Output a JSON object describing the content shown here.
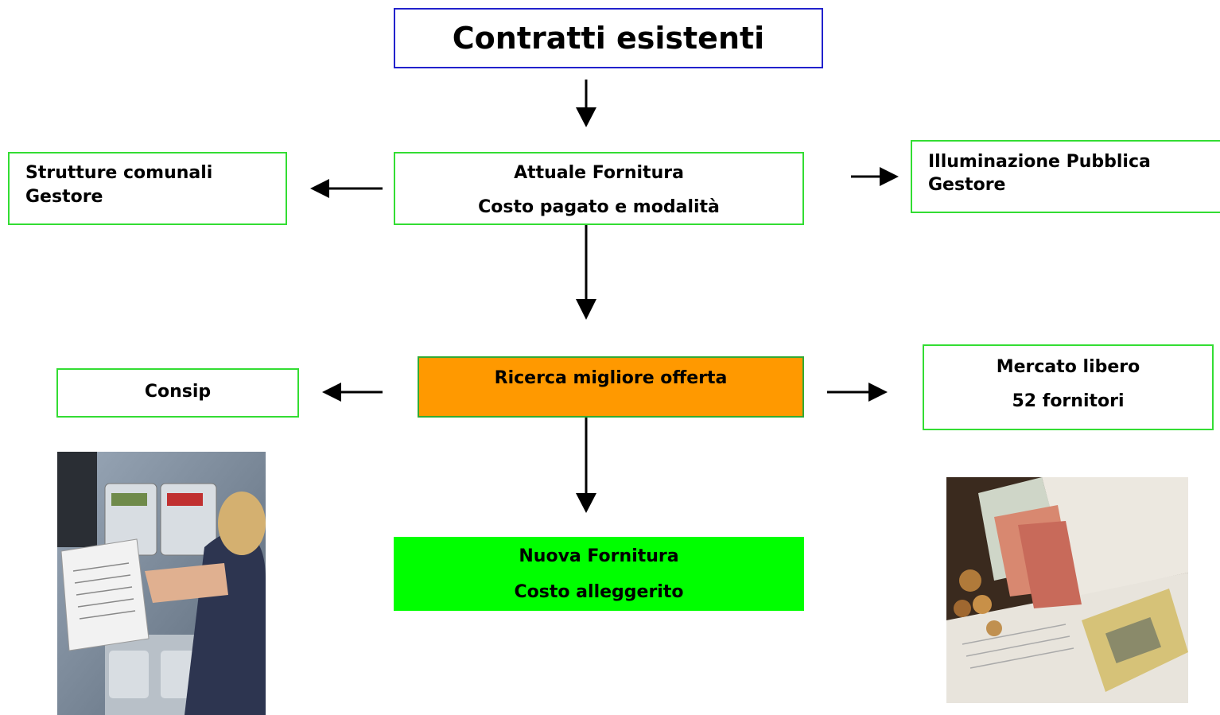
{
  "title": "Contratti esistenti",
  "current_supply": {
    "line1": "Attuale Fornitura",
    "line2": "Costo pagato e modalità"
  },
  "left_top": {
    "line1": "Strutture comunali",
    "line2": "Gestore"
  },
  "right_top": {
    "line1": "Illuminazione Pubblica",
    "line2": "Gestore"
  },
  "search": {
    "label": "Ricerca migliore offerta"
  },
  "left_mid": {
    "label": "Consip"
  },
  "right_mid": {
    "line1": "Mercato libero",
    "line2": "52 fornitori"
  },
  "new_supply": {
    "line1": "Nuova Fornitura",
    "line2": "Costo alleggerito"
  },
  "colors": {
    "title_border": "#2222cc",
    "box_border": "#33dd33",
    "search_fill": "#ff9900",
    "new_supply_fill": "#00ff00"
  }
}
